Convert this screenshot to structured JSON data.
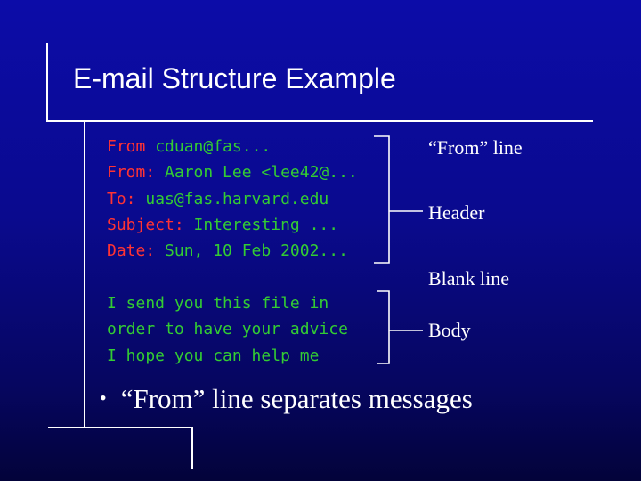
{
  "slide": {
    "title": "E-mail Structure Example",
    "email": {
      "header_lines": [
        {
          "key": "From",
          "value": " cduan@fas..."
        },
        {
          "key": "From:",
          "value": " Aaron Lee <lee42@..."
        },
        {
          "key": "To:",
          "value": " uas@fas.harvard.edu"
        },
        {
          "key": "Subject:",
          "value": " Interesting ..."
        },
        {
          "key": "Date:",
          "value": " Sun, 10 Feb 2002..."
        }
      ],
      "body_lines": [
        "I send you this file in",
        "order to have your advice",
        "I hope you can help me"
      ]
    },
    "annotations": {
      "from_line": "“From” line",
      "header": "Header",
      "blank_line": "Blank line",
      "body": "Body"
    },
    "bullet": "“From” line separates messages"
  },
  "colors": {
    "background": "#0a0a8e",
    "code_text": "#33cc33",
    "code_key": "#ff3333",
    "text": "#ffffff"
  }
}
